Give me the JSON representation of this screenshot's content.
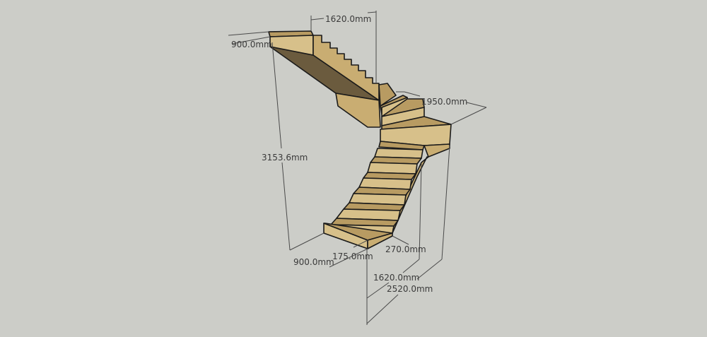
{
  "diagram": {
    "type": "3d-staircase-model",
    "description": "Quarter-turn winder staircase with dimensions",
    "background_color": "#cccdc8",
    "material_color": "#c9ad72",
    "dimensions": {
      "top_width": "900.0mm",
      "top_run": "1620.0mm",
      "winder_width": "1950.0mm",
      "total_height": "3153.6mm",
      "bottom_width": "900.0mm",
      "riser_height": "175.0mm",
      "tread_depth": "270.0mm",
      "lower_run": "1620.0mm",
      "total_run": "2520.0mm"
    }
  }
}
